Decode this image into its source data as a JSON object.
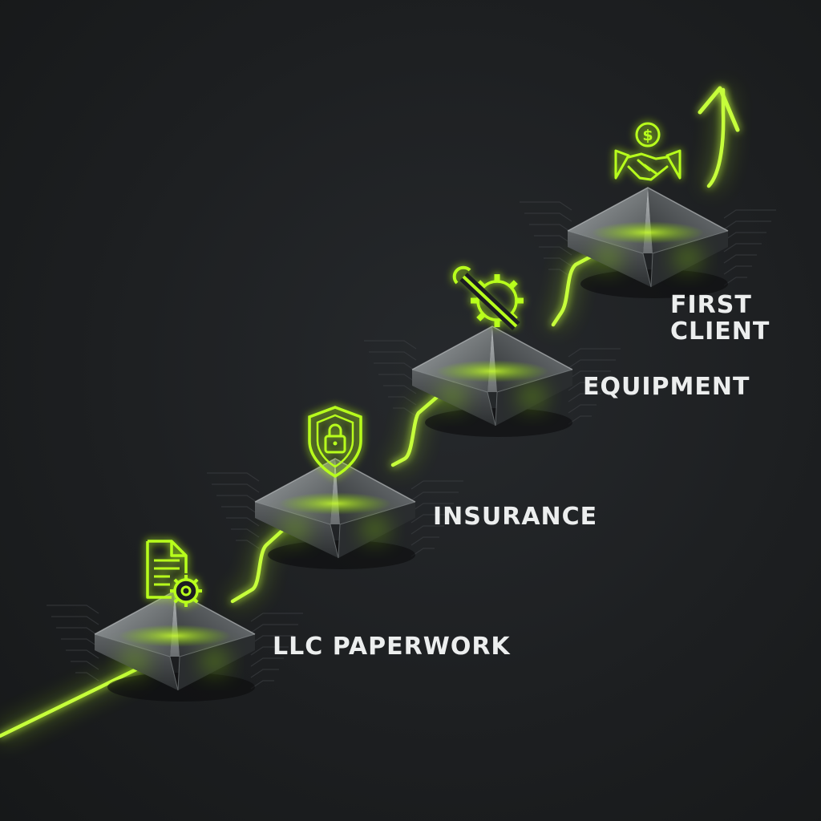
{
  "steps": [
    {
      "label": "LLC PAPERWORK",
      "icon": "document-gear-icon"
    },
    {
      "label": "INSURANCE",
      "icon": "shield-lock-icon"
    },
    {
      "label": "EQUIPMENT",
      "icon": "wrench-gear-icon"
    },
    {
      "label": "FIRST\nCLIENT",
      "icon": "handshake-dollar-icon"
    }
  ],
  "colors": {
    "background": "#1c1e20",
    "accent": "#b8ff1f",
    "label": "#eceeee",
    "block": "#6c7072"
  }
}
